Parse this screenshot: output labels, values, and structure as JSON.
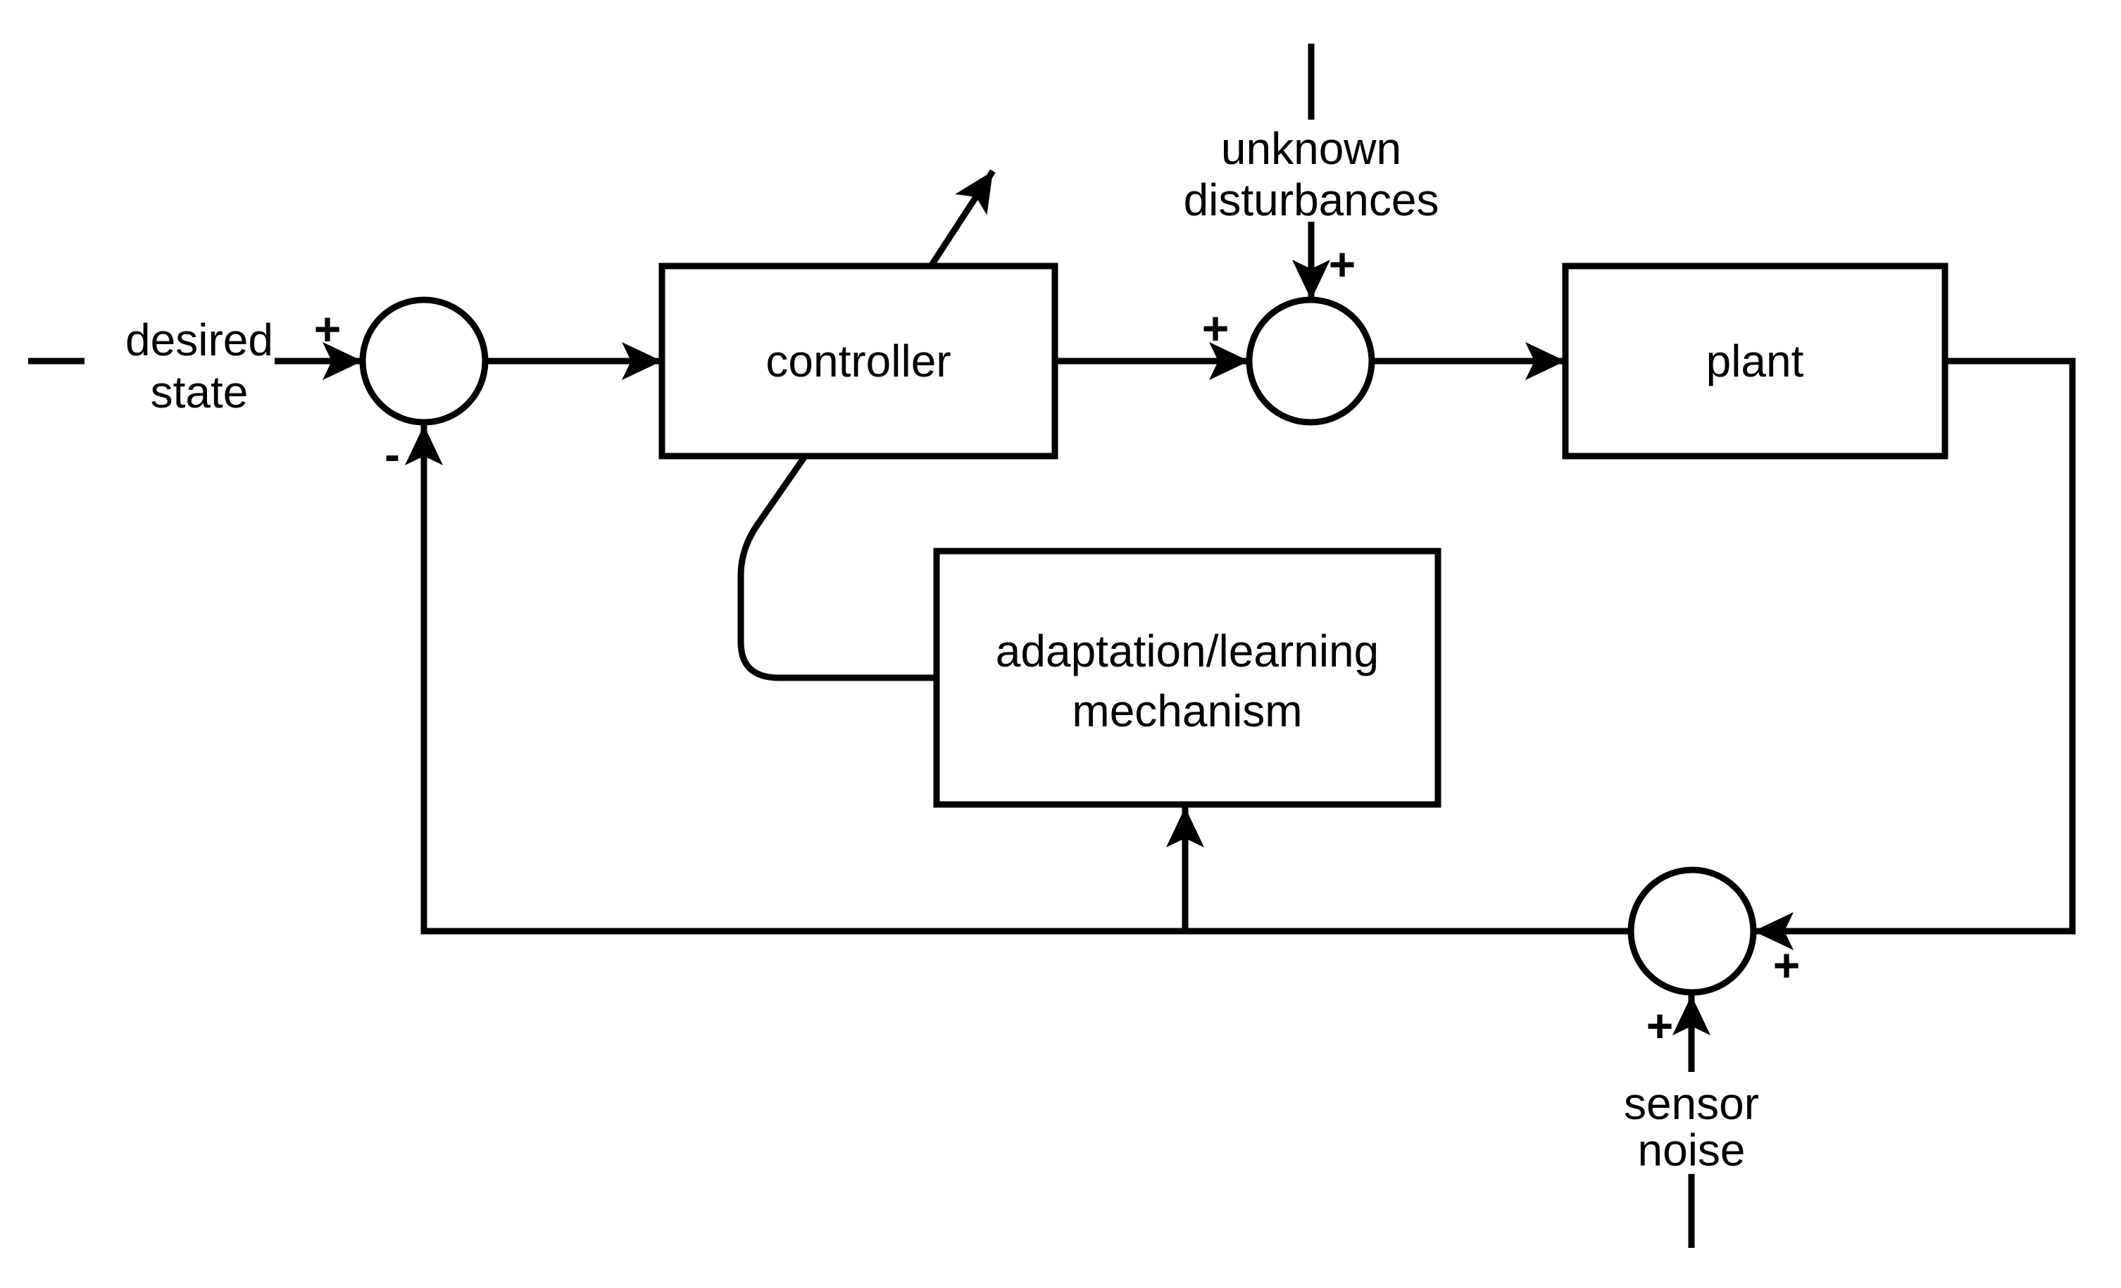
{
  "colors": {
    "ink": "#000000",
    "background": "#ffffff"
  },
  "blocks": {
    "controller": {
      "label": "controller"
    },
    "plant": {
      "label": "plant"
    },
    "adaptation": {
      "label_line1": "adaptation/learning",
      "label_line2": "mechanism"
    }
  },
  "labels": {
    "desired_state": {
      "line1": "desired",
      "line2": "state"
    },
    "unknown_disturbances": {
      "line1": "unknown",
      "line2": "disturbances"
    },
    "sensor_noise": {
      "line1": "sensor",
      "line2": "noise"
    }
  },
  "signs": {
    "plus": "+",
    "minus": "-"
  }
}
